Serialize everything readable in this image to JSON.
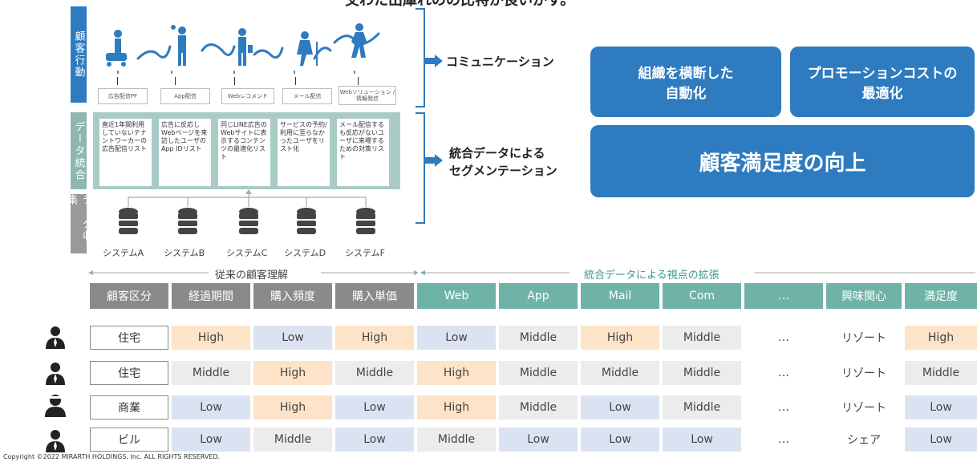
{
  "top_title": "交わた出庫れのの比特が良いかす。",
  "side_tabs": [
    "顧客行動",
    "データ統合",
    "データ収集"
  ],
  "channels": [
    "広告配信PF",
    "App配信",
    "Webレコメンド",
    "メール配信",
    "Webソリューション / 情報発信"
  ],
  "segments": [
    "直近1年間利用していないテナントワーカーの広告配信リスト",
    "広告に反応しWebページを来訪したユーザのApp IDリスト",
    "同じLINE広告のWebサイトに表示するコンテンツの最適化リスト",
    "サービスの予約/利用に至らなかったユーザをリスト化",
    "メール配信するも反応がないユーザに来場するための対策リスト"
  ],
  "systems": [
    "システムA",
    "システムB",
    "システムC",
    "システムD",
    "システムF"
  ],
  "arrows": {
    "communication": "コミュニケーション",
    "segmentation_line1": "統合データによる",
    "segmentation_line2": "セグメンテーション"
  },
  "outcomes": {
    "box1_line1": "組織を横断した",
    "box1_line2": "自動化",
    "box2_line1": "プロモーションコストの",
    "box2_line2": "最適化",
    "box3": "顧客満足度の向上"
  },
  "section_labels": {
    "traditional": "従来の顧客理解",
    "expanded": "統合データによる視点の拡張"
  },
  "table": {
    "headers": [
      "顧客区分",
      "経過期間",
      "購入頻度",
      "購入単価",
      "Web",
      "App",
      "Mail",
      "Com",
      "…",
      "興味関心",
      "満足度"
    ],
    "rows": [
      {
        "cells": [
          "住宅",
          "High",
          "Low",
          "High",
          "Low",
          "Middle",
          "High",
          "Middle",
          "…",
          "リゾート",
          "High"
        ]
      },
      {
        "cells": [
          "住宅",
          "Middle",
          "High",
          "Middle",
          "High",
          "Middle",
          "Middle",
          "Middle",
          "…",
          "リゾート",
          "Middle"
        ]
      },
      {
        "cells": [
          "商業",
          "Low",
          "High",
          "Low",
          "High",
          "Middle",
          "Low",
          "Middle",
          "…",
          "リゾート",
          "Low"
        ]
      },
      {
        "cells": [
          "ビル",
          "Low",
          "Middle",
          "Low",
          "Middle",
          "Low",
          "Low",
          "Low",
          "…",
          "シェア",
          "Low"
        ]
      }
    ]
  },
  "cell_colors": {
    "high": "#fde3c8",
    "low": "#dbe3f3",
    "middle": "#ececec",
    "header_grey": "#8a8a8a",
    "header_teal": "#6fb3a6",
    "accent_blue": "#2e7bbf"
  },
  "copyright": "Copyright ©2022 MIRARTH HOLDINGS, Inc. ALL RIGHTS RESERVED."
}
